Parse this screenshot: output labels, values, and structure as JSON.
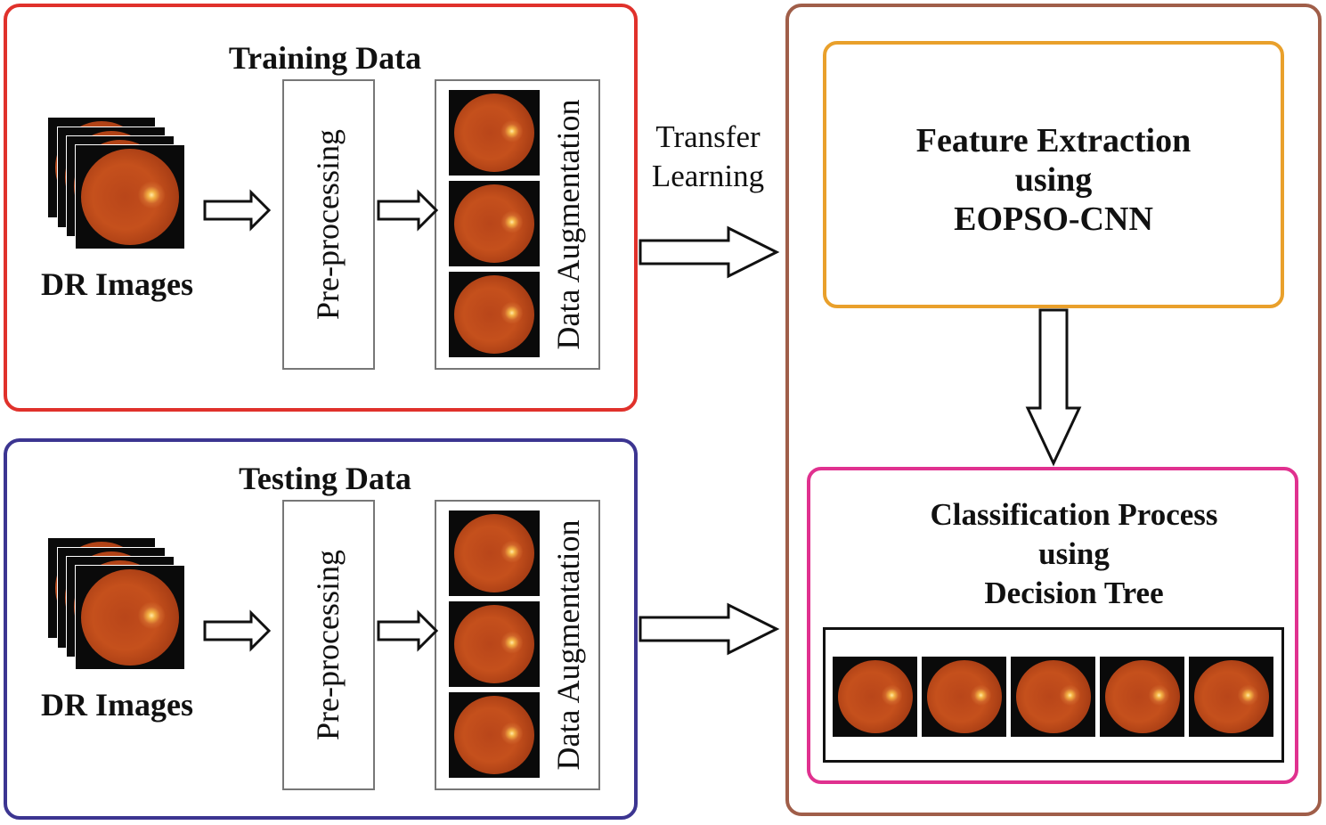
{
  "training": {
    "title": "Training Data",
    "dr_images_label": "DR Images",
    "preprocessing_label": "Pre-processing",
    "augmentation_label": "Data Augmentation"
  },
  "testing": {
    "title": "Testing Data",
    "dr_images_label": "DR Images",
    "preprocessing_label": "Pre-processing",
    "augmentation_label": "Data Augmentation"
  },
  "transfer": {
    "line1": "Transfer",
    "line2": "Learning"
  },
  "feature_extraction": {
    "line1": "Feature Extraction",
    "line2": "using",
    "line3": "EOPSO-CNN"
  },
  "classification": {
    "line1": "Classification Process",
    "line2": "using",
    "line3": "Decision Tree"
  },
  "colors": {
    "training_border": "#e0312b",
    "testing_border": "#3c3591",
    "model_border": "#a05e49",
    "feature_border": "#e9a02b",
    "classification_border": "#e0318f"
  }
}
